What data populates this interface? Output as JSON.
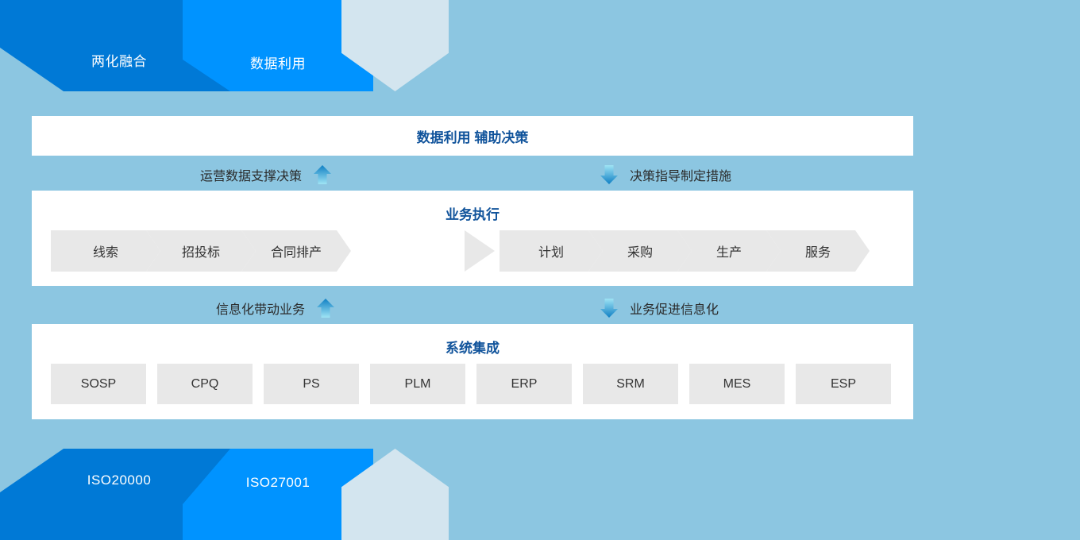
{
  "background_color": "#8cc6e1",
  "banners": {
    "top": [
      {
        "label": "两化融合",
        "color": "#0079d6",
        "name": "ribbon-liang-hua-rong-he"
      },
      {
        "label": "数据利用",
        "color": "#0093ff",
        "name": "ribbon-shu-ju-li-yong"
      },
      {
        "label": "",
        "color": "#d3e5ef",
        "name": "ribbon-blank-pentagon"
      }
    ],
    "bottom": [
      {
        "label": "ISO20000",
        "color": "#0079d6",
        "name": "ribbon-iso20000"
      },
      {
        "label": "ISO27001",
        "color": "#0093ff",
        "name": "ribbon-iso27001"
      },
      {
        "label": "",
        "color": "#d3e5ef",
        "name": "ribbon-blank-pentagon"
      }
    ]
  },
  "panels": {
    "decision": {
      "title": "数据利用 辅助决策",
      "title_color": "#10539b"
    },
    "business": {
      "title": "业务执行",
      "title_color": "#10539b",
      "left_steps": [
        "线索",
        "招投标",
        "合同排产"
      ],
      "right_steps": [
        "计划",
        "采购",
        "生产",
        "服务"
      ]
    },
    "systems": {
      "title": "系统集成",
      "title_color": "#10539b",
      "items": [
        "SOSP",
        "CPQ",
        "PS",
        "PLM",
        "ERP",
        "SRM",
        "MES",
        "ESP"
      ]
    }
  },
  "arrow_rows": [
    {
      "left_label": "运营数据支撑决策",
      "left_icon": "arrow-up-icon",
      "right_label": "决策指导制定措施",
      "right_icon": "arrow-down-icon"
    },
    {
      "left_label": "信息化带动业务",
      "left_icon": "arrow-up-icon",
      "right_label": "业务促进信息化",
      "right_icon": "arrow-down-icon"
    }
  ],
  "arrow_colors": {
    "dark": "#0f7fc4",
    "light": "#6fd6ef"
  }
}
